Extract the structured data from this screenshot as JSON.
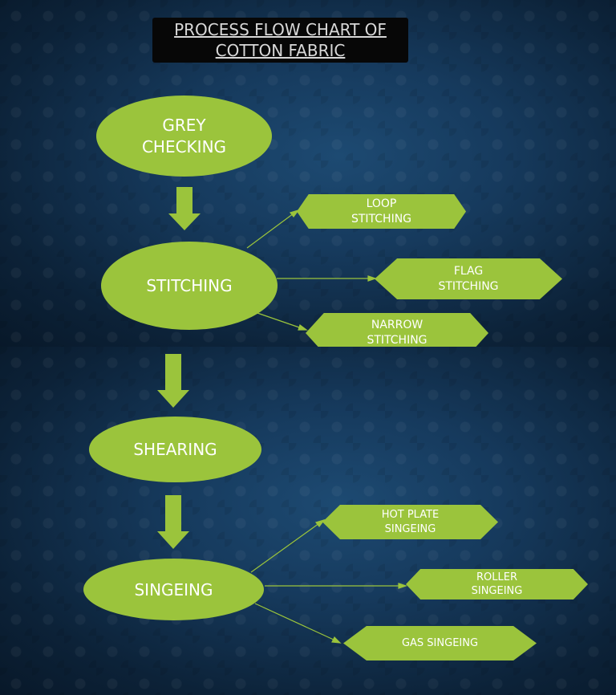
{
  "title": {
    "line1": "PROCESS FLOW CHART OF",
    "line2": "COTTON FABRIC"
  },
  "steps": {
    "grey_checking": {
      "line1": "GREY",
      "line2": "CHECKING"
    },
    "stitching": "STITCHING",
    "shearing": "SHEARING",
    "singeing": "SINGEING"
  },
  "stitching_types": {
    "loop": {
      "line1": "LOOP",
      "line2": "STITCHING"
    },
    "flag": {
      "line1": "FLAG",
      "line2": "STITCHING"
    },
    "narrow": {
      "line1": "NARROW",
      "line2": "STITCHING"
    }
  },
  "singeing_types": {
    "hot_plate": {
      "line1": "HOT PLATE",
      "line2": "SINGEING"
    },
    "roller": {
      "line1": "ROLLER",
      "line2": "SINGEING"
    },
    "gas": "GAS SINGEING"
  },
  "colors": {
    "shape_fill": "#9bc43c",
    "background": "#163a5d",
    "title_bg": "#070707"
  }
}
